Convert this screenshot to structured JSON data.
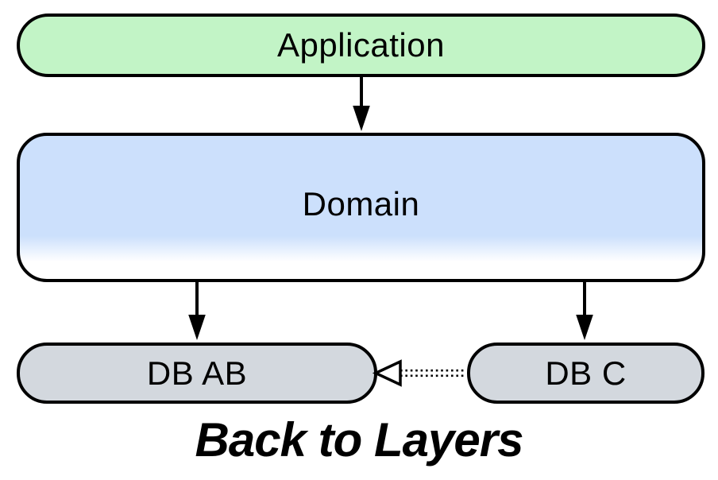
{
  "diagram": {
    "nodes": {
      "application": {
        "label": "Application",
        "fill": "#c2f4c6"
      },
      "domain": {
        "label": "Domain",
        "fill": "#cce0fc",
        "fill_fade_to": "#ffffff"
      },
      "db_ab": {
        "label": "DB AB",
        "fill": "#d3d8de"
      },
      "db_c": {
        "label": "DB C",
        "fill": "#d3d8de"
      }
    },
    "edges": [
      {
        "from": "application",
        "to": "domain",
        "line": "solid",
        "arrowhead": "filled-triangle"
      },
      {
        "from": "domain",
        "to": "db_ab",
        "line": "solid",
        "arrowhead": "filled-triangle"
      },
      {
        "from": "domain",
        "to": "db_c",
        "line": "solid",
        "arrowhead": "filled-triangle"
      },
      {
        "from": "db_c",
        "to": "db_ab",
        "line": "dotted-double",
        "arrowhead": "hollow-triangle"
      }
    ],
    "caption": {
      "text": "Back to Layers"
    },
    "colors": {
      "stroke": "#000000",
      "text": "#000000",
      "background": "#ffffff"
    }
  }
}
